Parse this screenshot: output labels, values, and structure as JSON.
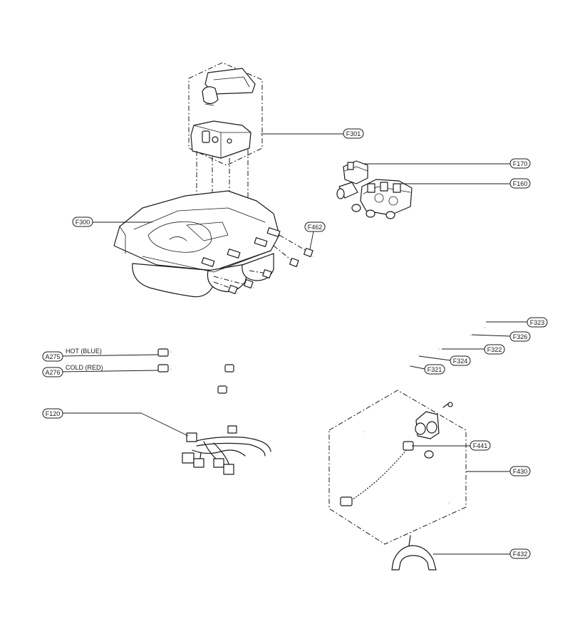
{
  "callouts": {
    "f301": "F301",
    "f170": "F170",
    "f160": "F160",
    "f300": "F300",
    "f462": "F462",
    "f323": "F323",
    "f326": "F326",
    "f322": "F322",
    "f324": "F324",
    "f321": "F321",
    "a275": "A275",
    "a276": "A276",
    "f120": "F120",
    "f441": "F441",
    "f430": "F430",
    "f432": "F432"
  },
  "labels": {
    "hot": "HOT (BLUE)",
    "cold": "COLD (RED)"
  }
}
